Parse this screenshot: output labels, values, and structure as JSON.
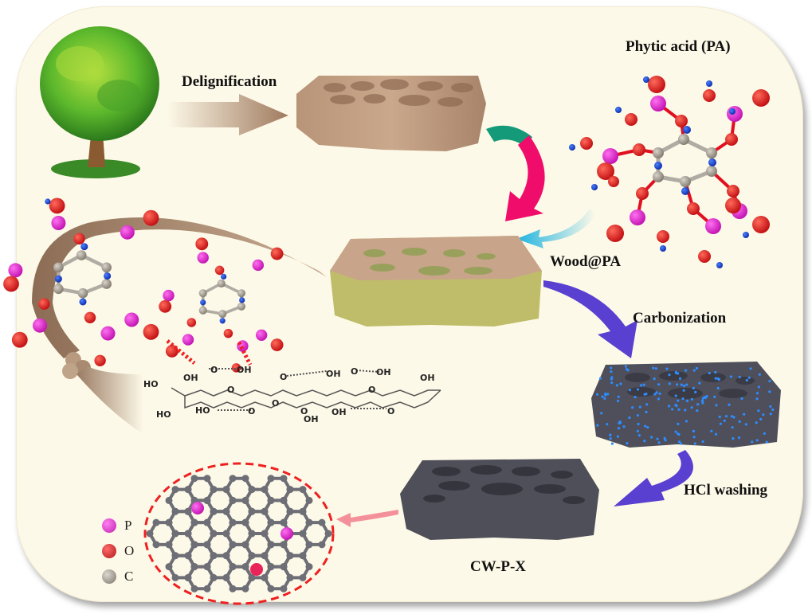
{
  "figure": {
    "type": "schematic",
    "title": "Fabrication of P-doped carbonized wood (CW-P-X)",
    "colors": {
      "background": "#fdf9e8",
      "wood": "#b08a6e",
      "pa_coating": "#bfbd6a",
      "carbon": "#55565e",
      "phosphorus": "#e020c8",
      "oxygen": "#e0181c",
      "carbon_atom": "#9a968c",
      "hydrogen": "#1040d0",
      "hbond": "#ee2020",
      "arrow_green": "#149a78",
      "arrow_pink": "#f00c6a",
      "arrow_cyan": "#2bbce0",
      "arrow_purple": "#5a40d0"
    }
  },
  "steps": {
    "delignification": "Delignification",
    "phytic_acid": "Phytic acid (PA)",
    "wood_pa": "Wood@PA",
    "carbonization": "Carbonization",
    "hcl_washing": "HCl washing",
    "product": "CW-P-X"
  },
  "cellulose_labels": [
    "HO",
    "OH",
    "O",
    "OH",
    "HO",
    "O",
    "HO",
    "O",
    "O",
    "O",
    "OH",
    "O",
    "OH",
    "OH",
    "O",
    "OH",
    "O",
    "O",
    "OH"
  ],
  "legend": [
    {
      "symbol": "P",
      "color": "#e040c8"
    },
    {
      "symbol": "O",
      "color": "#d83030"
    },
    {
      "symbol": "C",
      "color": "#9a968c"
    }
  ]
}
